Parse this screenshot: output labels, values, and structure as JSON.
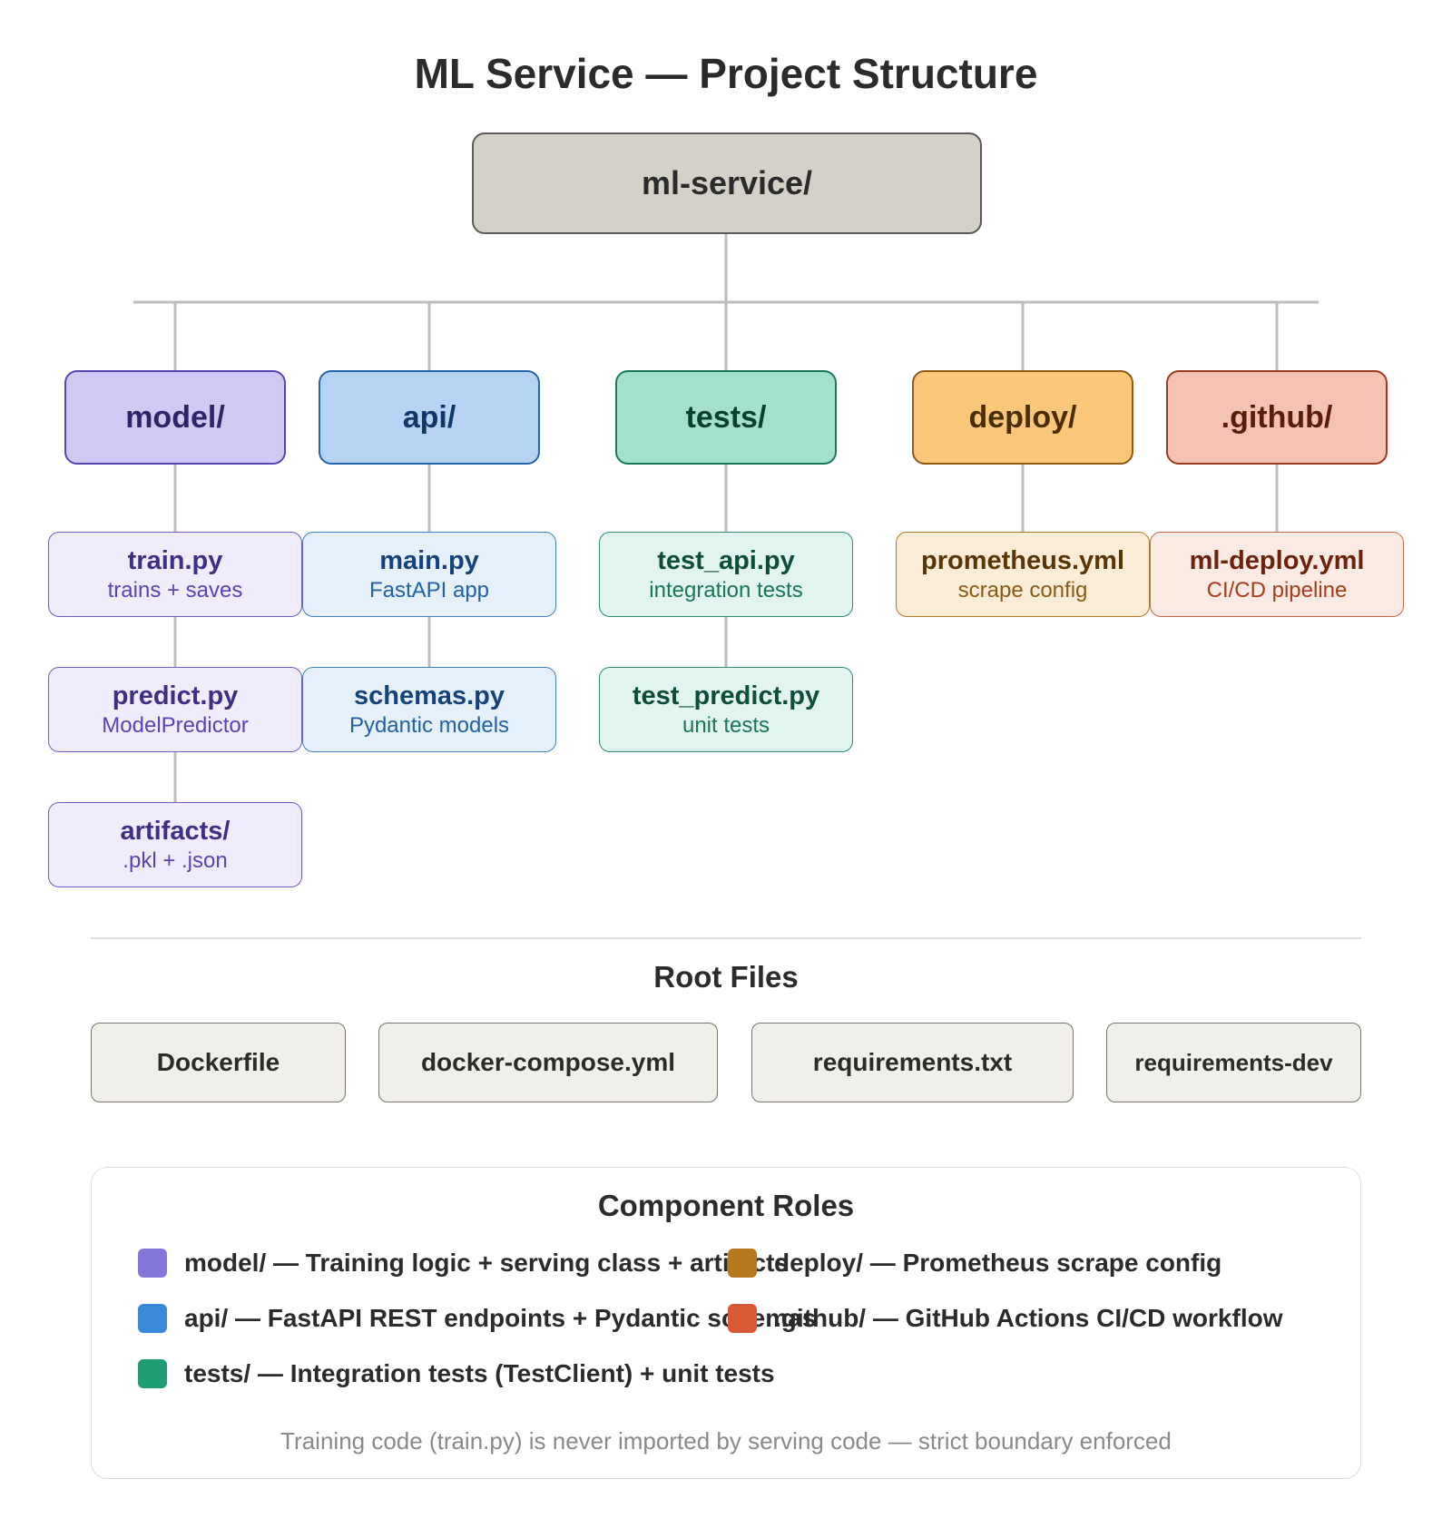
{
  "title": "ML Service — Project Structure",
  "root": {
    "label": "ml-service/"
  },
  "directories": [
    {
      "id": "model",
      "label": "model/",
      "palette": "p-model",
      "files": [
        {
          "name": "train.py",
          "desc": "trains + saves"
        },
        {
          "name": "predict.py",
          "desc": "ModelPredictor"
        },
        {
          "name": "artifacts/",
          "desc": ".pkl + .json"
        }
      ]
    },
    {
      "id": "api",
      "label": "api/",
      "palette": "p-api",
      "files": [
        {
          "name": "main.py",
          "desc": "FastAPI app"
        },
        {
          "name": "schemas.py",
          "desc": "Pydantic models"
        }
      ]
    },
    {
      "id": "tests",
      "label": "tests/",
      "palette": "p-tests",
      "files": [
        {
          "name": "test_api.py",
          "desc": "integration tests"
        },
        {
          "name": "test_predict.py",
          "desc": "unit tests"
        }
      ]
    },
    {
      "id": "deploy",
      "label": "deploy/",
      "palette": "p-deploy",
      "files": [
        {
          "name": "prometheus.yml",
          "desc": "scrape config"
        }
      ]
    },
    {
      "id": "github",
      "label": ".github/",
      "palette": "p-github",
      "files": [
        {
          "name": "ml-deploy.yml",
          "desc": "CI/CD pipeline"
        }
      ]
    }
  ],
  "root_files": {
    "title": "Root Files",
    "items": [
      "Dockerfile",
      "docker-compose.yml",
      "requirements.txt",
      "requirements-dev"
    ]
  },
  "legend": {
    "title": "Component Roles",
    "items": [
      {
        "text": "model/ — Training logic + serving class + artifacts",
        "color": "#8377dc"
      },
      {
        "text": "api/ — FastAPI REST endpoints + Pydantic schemas",
        "color": "#3a8ad9"
      },
      {
        "text": "tests/ — Integration tests (TestClient) + unit tests",
        "color": "#1e9e72"
      },
      {
        "text": "deploy/ — Prometheus scrape config",
        "color": "#b8781c"
      },
      {
        "text": ".github/ — GitHub Actions CI/CD workflow",
        "color": "#d75a35"
      }
    ],
    "footnote": "Training code (train.py) is never imported by serving code — strict boundary enforced"
  },
  "colors": {
    "connector": "#bdbdbd",
    "root_fill": "#d4d1c9",
    "root_file_fill": "#f1efe9"
  }
}
